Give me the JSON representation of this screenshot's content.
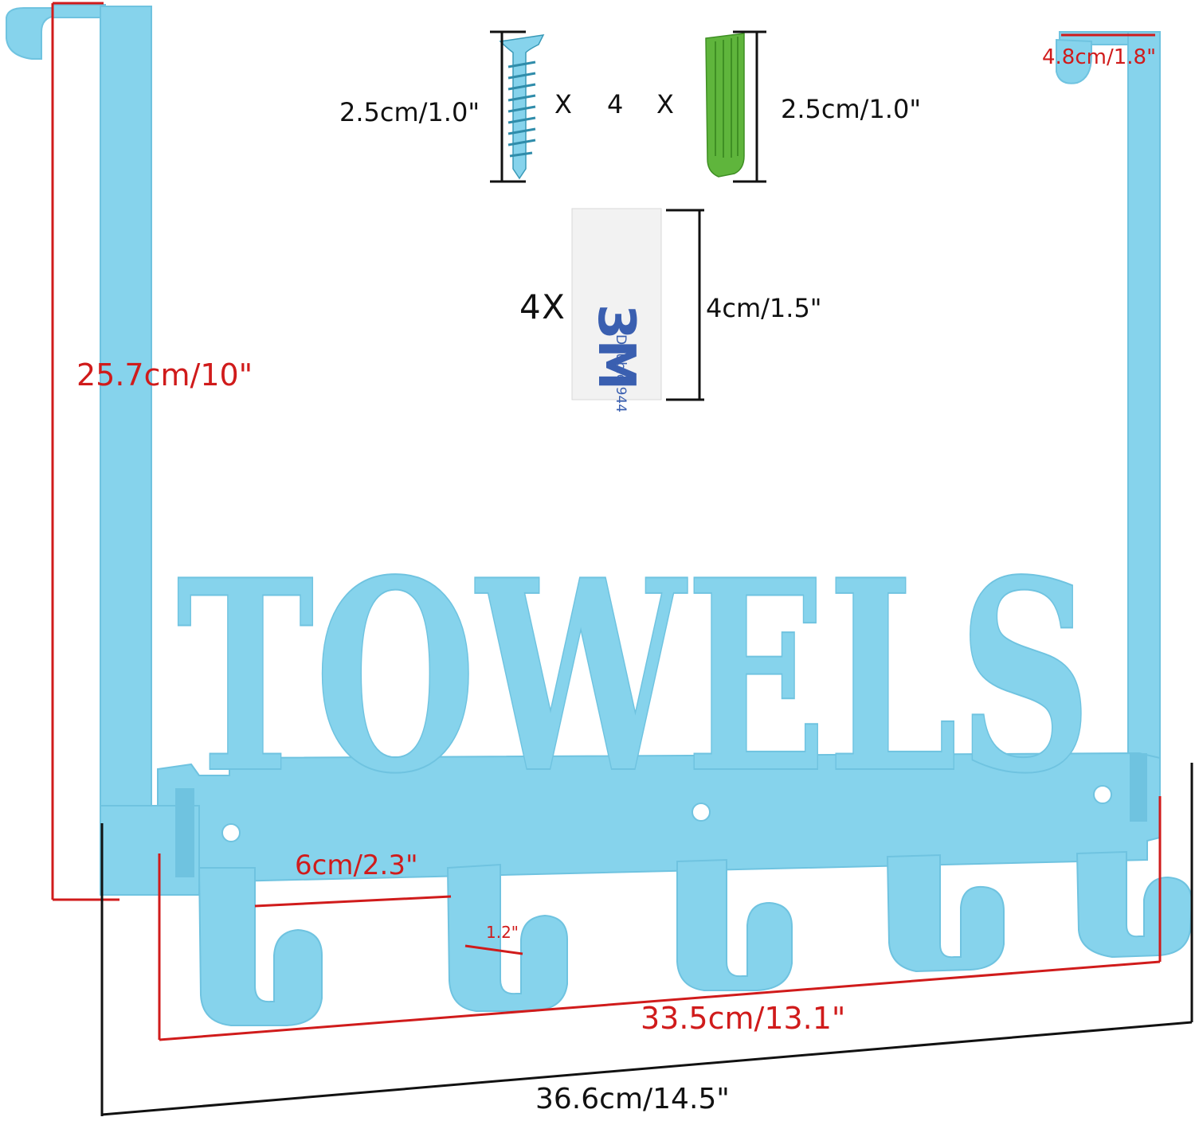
{
  "product": {
    "word": "TOWELS",
    "color_rack": "#86d3ec",
    "color_rack_edge": "#6fc3e0",
    "color_dim_red": "#d01b1b",
    "color_dim_black": "#111111",
    "color_anchor": "#5fb53c"
  },
  "hardware": {
    "screw_label": "2.5cm/1.0\"",
    "times_1": "X",
    "quantity": "4",
    "times_2": "X",
    "anchor_label": "2.5cm/1.0\"",
    "tape_count": "4 X",
    "tape_label": "4cm/1.5\"",
    "tape_brand": "3M",
    "tape_text": "Double 944"
  },
  "dimensions": {
    "height": "25.7cm/10\"",
    "hook_depth": "4.8cm/1.8\"",
    "hook_spacing": "6cm/2.3\"",
    "hook_width": "1.2\"",
    "hook_span": "33.5cm/13.1\"",
    "total_width": "36.6cm/14.5\""
  }
}
